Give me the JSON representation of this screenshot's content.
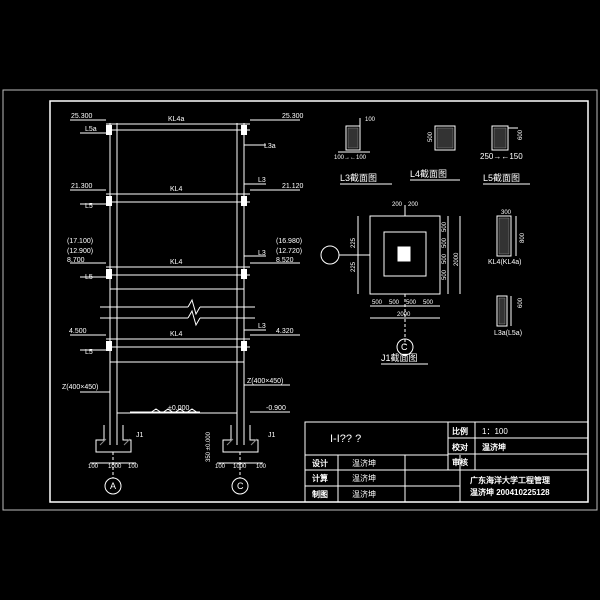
{
  "frame": {
    "levels": {
      "roof": "25.300",
      "l3a_right": "25.300",
      "fifth": "21.300",
      "fifth_right": "21.120",
      "mid_left_a": "(17.100)",
      "mid_left_b": "(12.900)",
      "mid_left_c": "8.700",
      "mid_right_a": "(16.980)",
      "mid_right_b": "(12.720)",
      "mid_right_c": "8.520",
      "first_left": "4.500",
      "first_right": "4.320",
      "ground": "±0.000",
      "outside": "-0.900"
    },
    "beams": {
      "roof": "KL4a",
      "fifth": "KL4",
      "mid": "KL4",
      "first": "KL4"
    },
    "left_tags": {
      "roof": "L5a",
      "fifth": "L5",
      "mid": "L5",
      "first": "L5"
    },
    "right_tags": {
      "roof": "L3a",
      "fifth": "L3",
      "mid": "L3",
      "first": "L3"
    },
    "columns": {
      "left": "Z(400×450)",
      "right": "Z(400×450)"
    },
    "footing_tags": {
      "left": "J1",
      "right": "J1"
    },
    "dims_left": [
      "100",
      "1000",
      "100"
    ],
    "dims_right": [
      "100",
      "1000",
      "100"
    ],
    "vertical_note": "350 ±0.000",
    "axes": {
      "left": "A",
      "right": "C"
    }
  },
  "sections": {
    "l3": {
      "title": "L3截面图",
      "dim_top": "100",
      "dim_bottom": "100→←100"
    },
    "l4": {
      "title": "L4截面图",
      "dim_side": "500"
    },
    "l5": {
      "title": "L5截面图",
      "dim_side": "600",
      "dim_bottom": "250→←150"
    },
    "j1": {
      "title": "J1截面图",
      "top_dims": [
        "200",
        "200"
      ],
      "left_dims": [
        "225",
        "225"
      ],
      "right_dims": [
        "500",
        "500",
        "500",
        "500"
      ],
      "bottom_dims": [
        "500",
        "500",
        "500",
        "500"
      ],
      "total": "2000",
      "axis": "C"
    },
    "kl4": {
      "dim_top": "300",
      "dim_side": "800",
      "label": "KL4(KL4a)"
    },
    "l3a": {
      "dim_side": "600",
      "label": "L3a(L5a)"
    }
  },
  "title_block": {
    "section_label": "I-I?? ?",
    "rows": [
      {
        "label": "比例",
        "value": "1：100"
      },
      {
        "label": "校对",
        "value": "温济坤"
      },
      {
        "label": "审核",
        "value": ""
      }
    ],
    "people": [
      {
        "label": "设计",
        "value": "温济坤"
      },
      {
        "label": "计算",
        "value": "温济坤"
      },
      {
        "label": "制图",
        "value": "温济坤"
      }
    ],
    "school": "广东海洋大学工程管理",
    "student": "温济坤 200410225128"
  }
}
